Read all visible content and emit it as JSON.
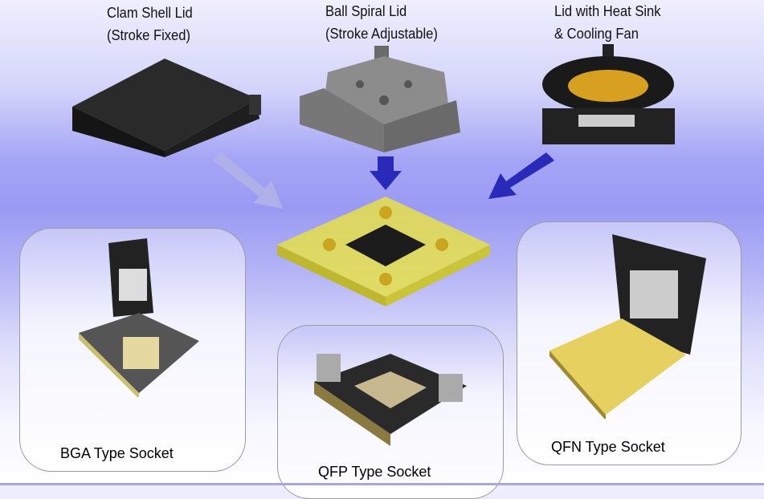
{
  "lids": [
    {
      "line1": "Clam Shell Lid",
      "line2": "(Stroke Fixed)"
    },
    {
      "line1": "Ball Spiral Lid",
      "line2": "(Stroke Adjustable)"
    },
    {
      "line1": "Lid with Heat Sink",
      "line2": "& Cooling Fan"
    }
  ],
  "sockets": {
    "bga": "BGA Type Socket",
    "qfp": "QFP Type Socket",
    "qfn": "QFN Type Socket"
  },
  "colors": {
    "arrow_dark": "#2a2ab8",
    "arrow_light": "#b0b0e8",
    "base_yellow": "#e6e04a"
  }
}
